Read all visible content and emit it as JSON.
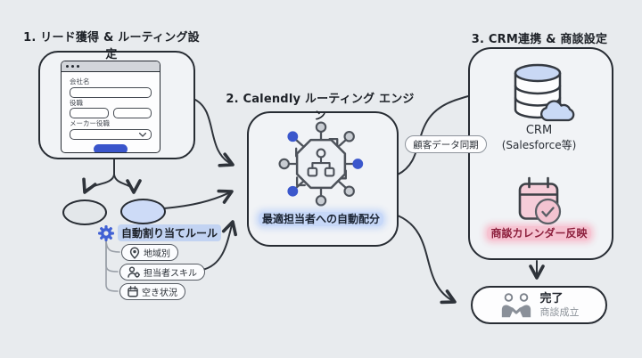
{
  "colors": {
    "background": "#e8ebee",
    "accent_blue": "#3b57cc",
    "light_blue": "#cddbf7",
    "pink": "#f6cdd9",
    "pink_text": "#8c1f3c",
    "stroke": "#272c33"
  },
  "lead": {
    "title": "1. リード獲得 & ルーティング設定",
    "form": {
      "company_label": "会社名",
      "role_label": "役職",
      "maker_role_label": "メーカー役職"
    }
  },
  "rules": {
    "header": "自動割り当てルール",
    "items": [
      {
        "icon": "map-pin-icon",
        "label": "地域別"
      },
      {
        "icon": "person-skill-icon",
        "label": "担当者スキル"
      },
      {
        "icon": "calendar-small-icon",
        "label": "空き状況"
      }
    ]
  },
  "engine": {
    "title": "2. Calendly ルーティング エンジン",
    "caption": "最適担当者への自動配分"
  },
  "sync": {
    "label": "顧客データ同期"
  },
  "crm": {
    "title": "3. CRM連携 & 商談設定",
    "db_label": "CRM",
    "db_sub": "(Salesforce等)",
    "calendar_caption": "商談カレンダー反映"
  },
  "done": {
    "title": "完了",
    "subtitle": "商談成立"
  }
}
